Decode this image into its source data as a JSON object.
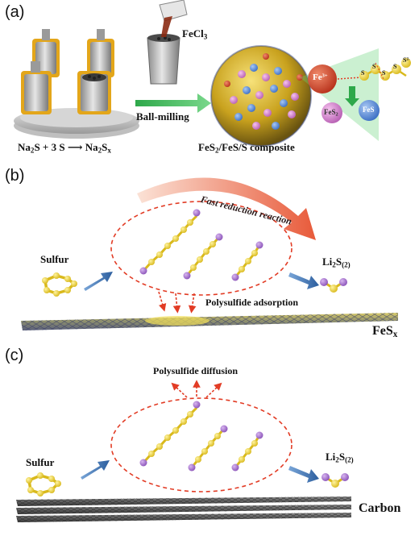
{
  "panel_a": {
    "label": "(a)",
    "reagent": "FeCl",
    "reagent_sub": "3",
    "process": "Ball-milling",
    "reaction_left": "Na",
    "reaction_left_sub": "2",
    "reaction_mid": "S + 3 S",
    "reaction_right": "Na",
    "reaction_right_sub": "2",
    "reaction_right_s": "S",
    "reaction_right_sub2": "x",
    "product_part1": "FeS",
    "product_sub": "2",
    "product_part2": "/FeS/S composite",
    "ion": "Fe",
    "ion_charge": "3+",
    "sphere_fes2": "FeS",
    "sphere_fes2_sub": "2",
    "sphere_fes": "FeS",
    "chain_atom": "S",
    "chain_end_charge": "2-"
  },
  "panel_b": {
    "label": "(b)",
    "reactant": "Sulfur",
    "arc_text": "Fast reduction reaction",
    "product": "Li",
    "product_sub": "2",
    "product_s": "S",
    "product_sub2": "(2)",
    "adsorption": "Polysulfide adsorption",
    "substrate": "FeS",
    "substrate_sub": "x"
  },
  "panel_c": {
    "label": "(c)",
    "diffusion": "Polysulfide diffusion",
    "reactant": "Sulfur",
    "product": "Li",
    "product_sub": "2",
    "product_s": "S",
    "product_sub2": "(2)",
    "substrate": "Carbon"
  }
}
